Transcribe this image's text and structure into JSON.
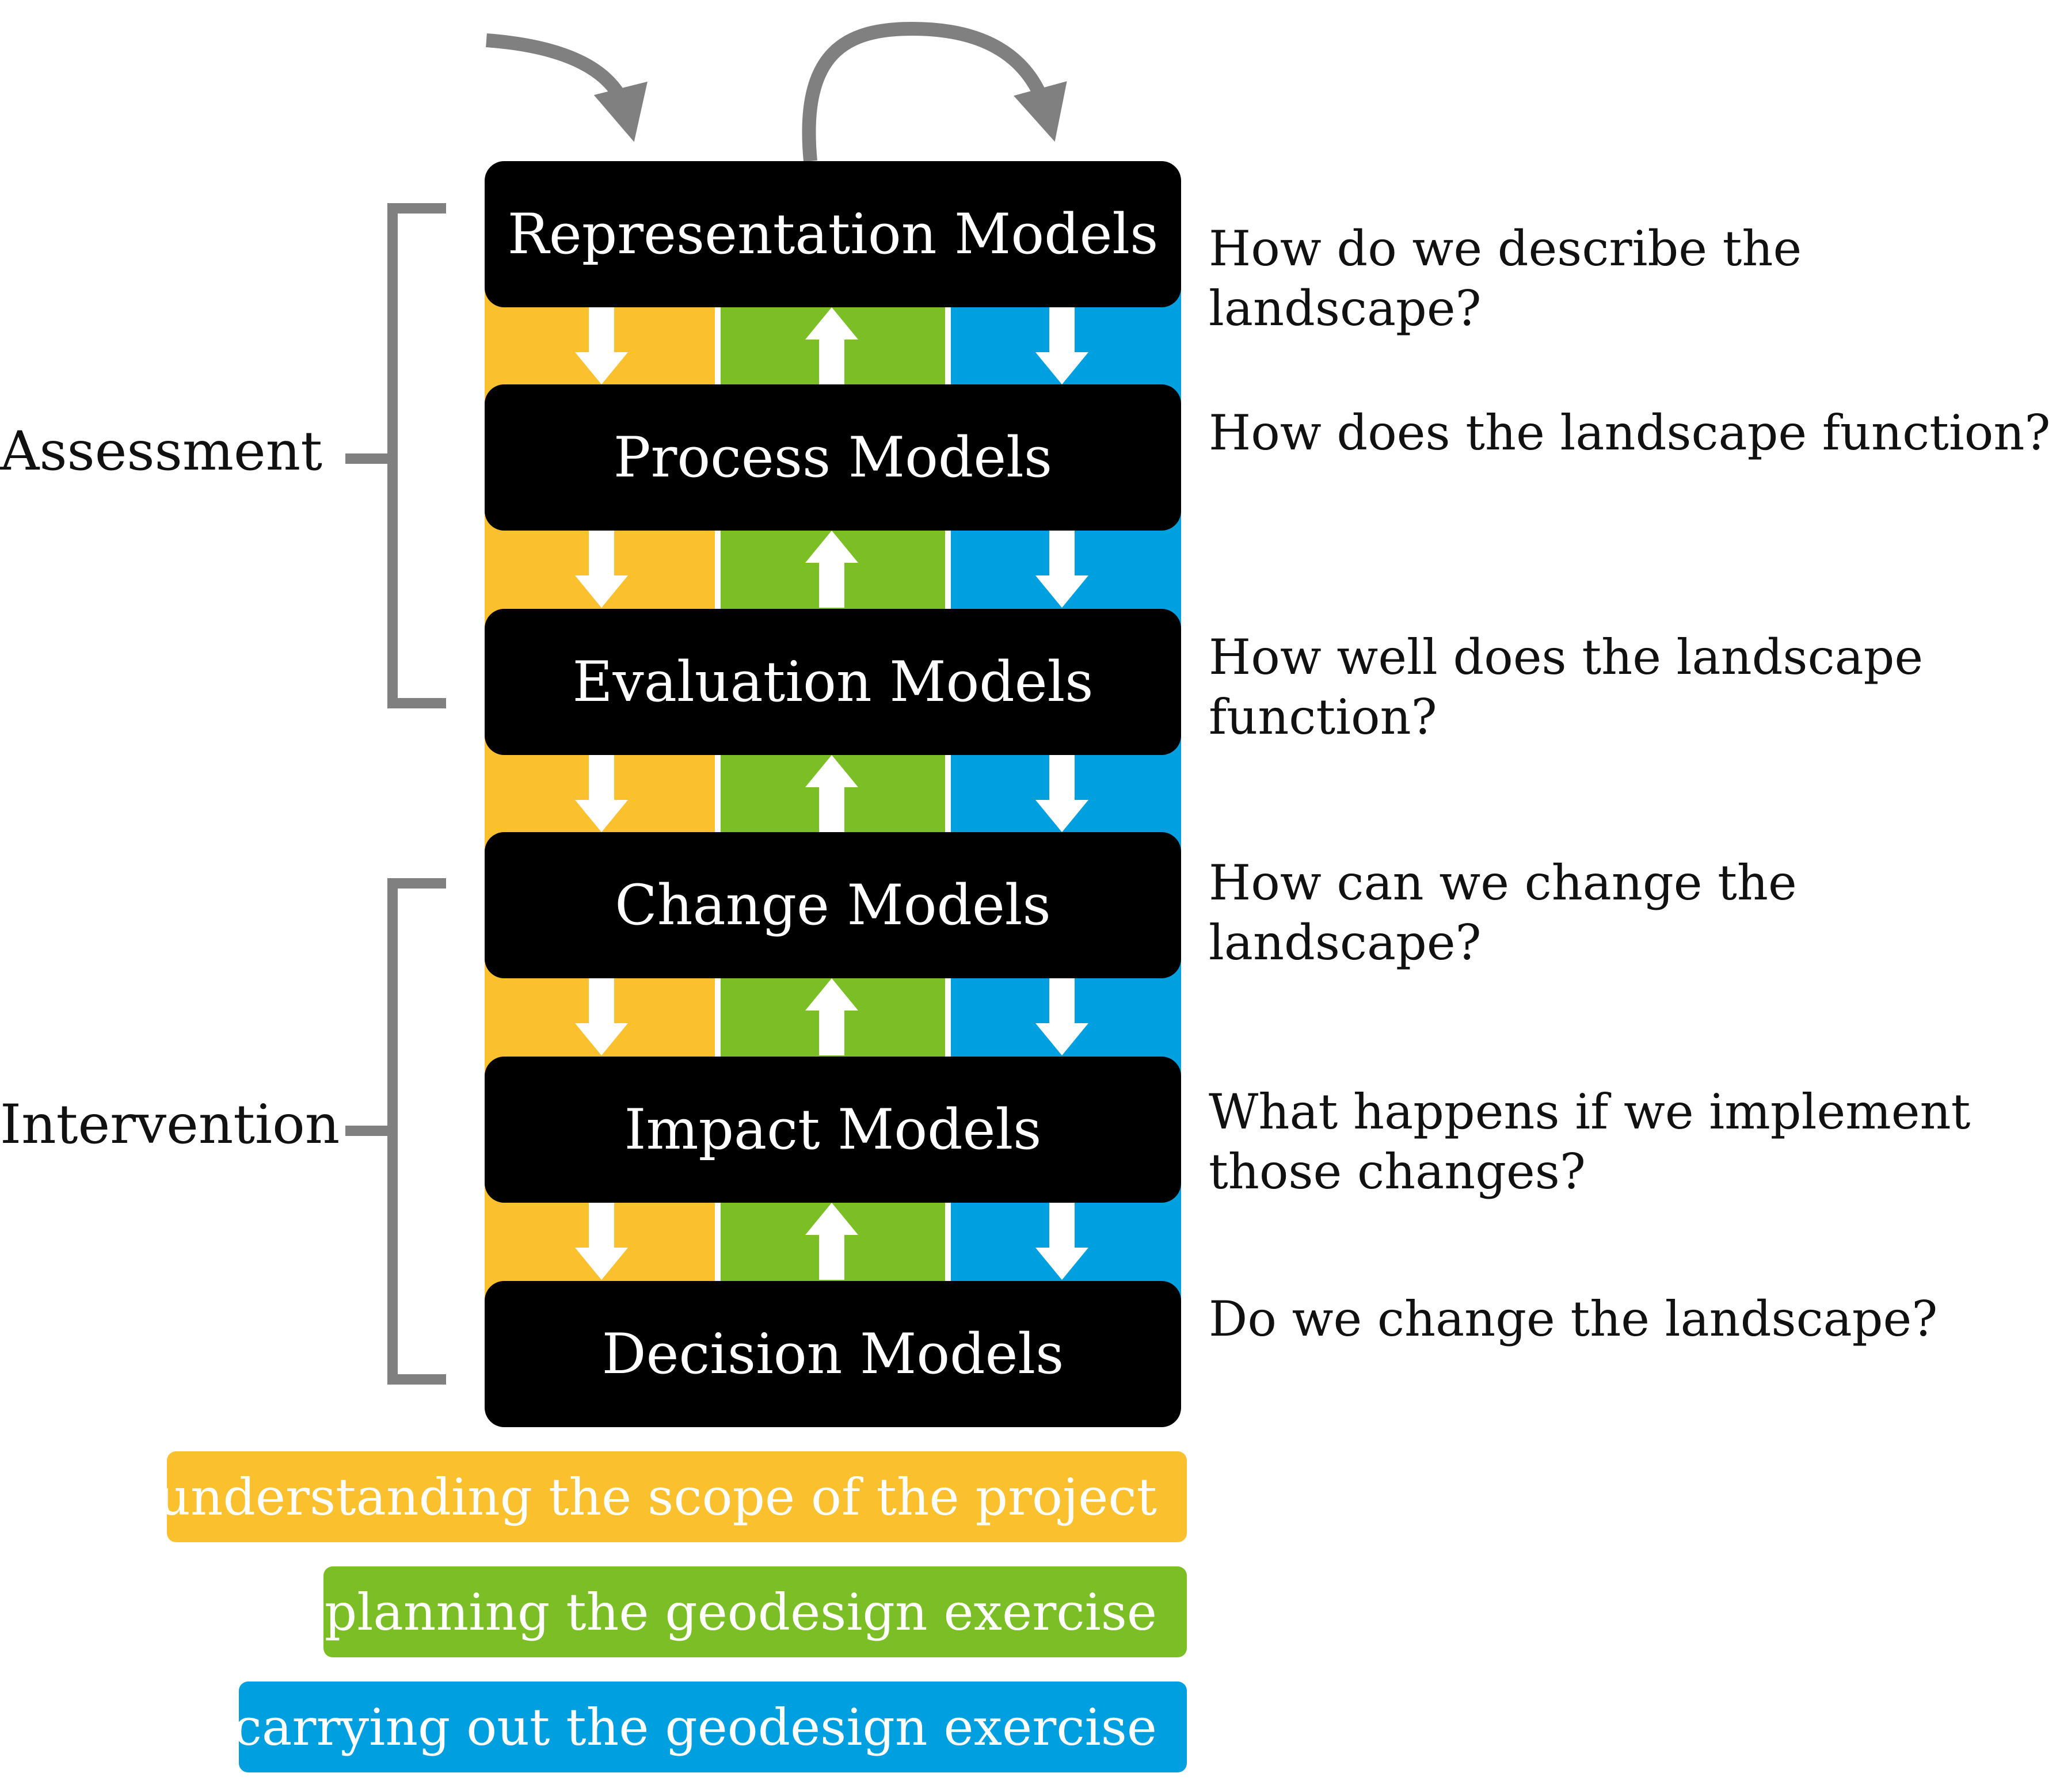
{
  "stages": [
    {
      "id": "representation",
      "label": "Representation Models",
      "question": "How do we describe the landscape?"
    },
    {
      "id": "process",
      "label": "Process Models",
      "question": "How does the landscape function?"
    },
    {
      "id": "evaluation",
      "label": "Evaluation Models",
      "question": "How well does the landscape function?"
    },
    {
      "id": "change",
      "label": "Change Models",
      "question": "How can we change the landscape?"
    },
    {
      "id": "impact",
      "label": "Impact Models",
      "question": "What happens if we implement those changes?"
    },
    {
      "id": "decision",
      "label": "Decision Models",
      "question": "Do we change the landscape?"
    }
  ],
  "phases": {
    "assessment": "Assessment",
    "intervention": "Intervention"
  },
  "lanes": [
    {
      "id": "scope",
      "label": "understanding the scope of the project",
      "color": "#FBC02D",
      "direction": "down"
    },
    {
      "id": "planning",
      "label": "planning the geodesign exercise",
      "color": "#7BBE26",
      "direction": "up"
    },
    {
      "id": "carrying",
      "label": "carrying out the geodesign exercise",
      "color": "#009FE0",
      "direction": "down"
    }
  ],
  "colors": {
    "box": "#000000",
    "bracket": "#808080",
    "arrow": "#ffffff"
  }
}
